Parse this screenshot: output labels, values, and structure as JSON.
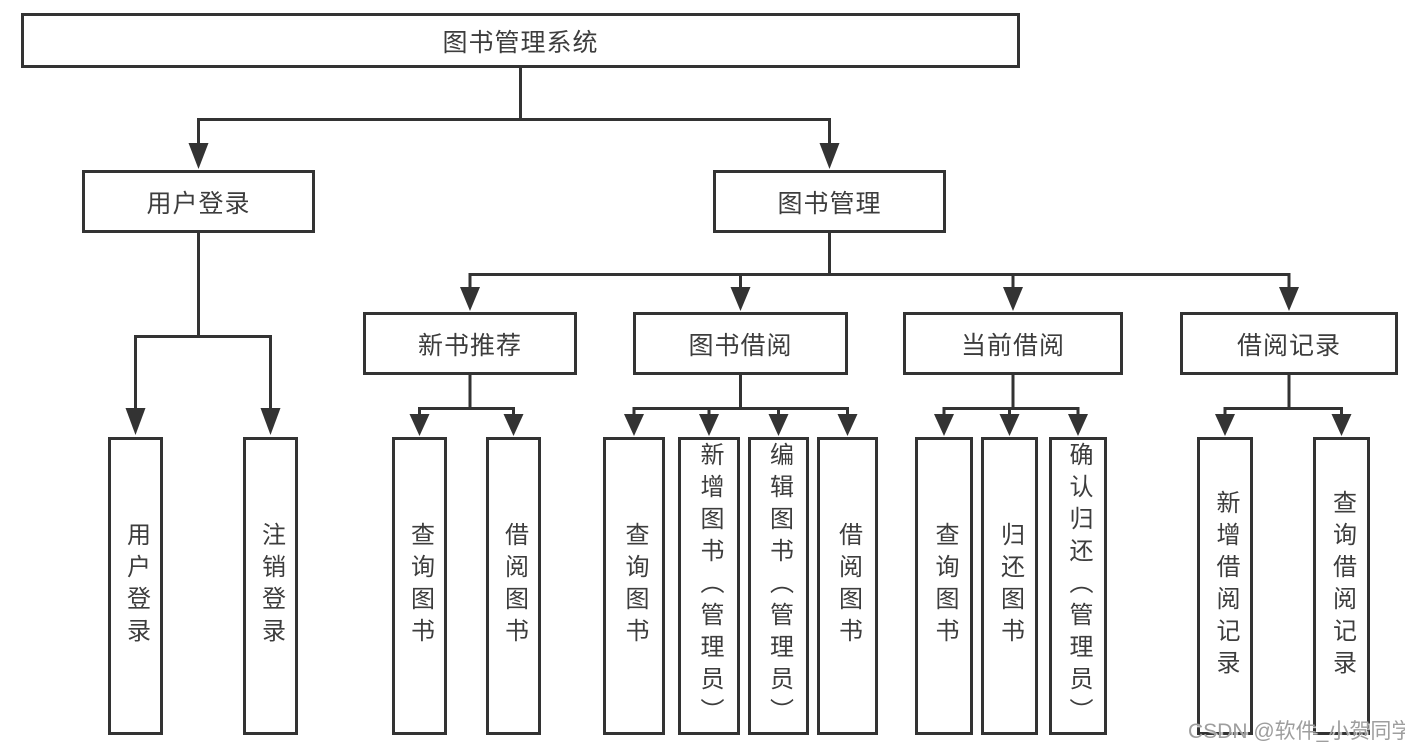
{
  "diagram": {
    "type": "hierarchy-tree",
    "root": {
      "label": "图书管理系统"
    },
    "level1": [
      {
        "label": "用户登录"
      },
      {
        "label": "图书管理"
      }
    ],
    "level2": [
      {
        "label": "新书推荐",
        "parent": "图书管理"
      },
      {
        "label": "图书借阅",
        "parent": "图书管理"
      },
      {
        "label": "当前借阅",
        "parent": "图书管理"
      },
      {
        "label": "借阅记录",
        "parent": "图书管理"
      }
    ],
    "leaves": {
      "user_login": [
        "用户登录",
        "注销登录"
      ],
      "new_book": [
        "查询图书",
        "借阅图书"
      ],
      "book_borrow": [
        "查询图书",
        "新增图书（管理员）",
        "编辑图书（管理员）",
        "借阅图书"
      ],
      "current_borrow": [
        "查询图书",
        "归还图书",
        "确认归还（管理员）"
      ],
      "borrow_records": [
        "新增借阅记录",
        "查询借阅记录"
      ]
    }
  },
  "colors": {
    "line": "#333333",
    "box_border": "#333333",
    "text": "#3d3d3d",
    "background": "#ffffff",
    "watermark": "#9e9e9e"
  },
  "watermark": {
    "text": "CSDN @软件_小贺同学"
  }
}
